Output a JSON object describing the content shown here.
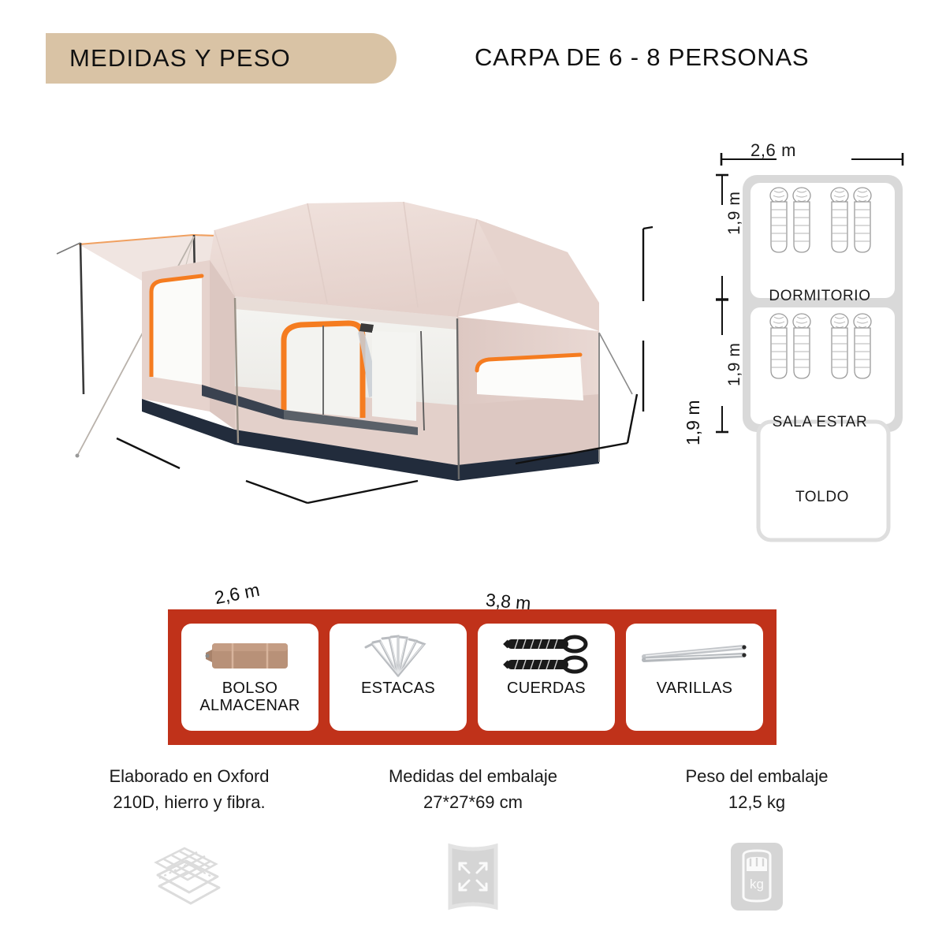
{
  "header": {
    "badge_label": "MEDIDAS Y PESO",
    "title": "CARPA DE 6 - 8 PERSONAS",
    "badge_color": "#d9c3a5"
  },
  "tent": {
    "dim_depth": "2,6 m",
    "dim_width": "3,8 m",
    "dim_height": "1,9 m",
    "body_color": "#ead8d2",
    "accent_color": "#f57c20",
    "base_color": "#222c3c"
  },
  "floor_plan": {
    "top_dimension": "2,6 m",
    "left_dimension_top": "1,9 m",
    "left_dimension_bottom": "1,9 m",
    "rooms": [
      {
        "label": "DORMITORIO",
        "sleepers": 4
      },
      {
        "label": "SALA ESTAR",
        "sleepers": 4
      },
      {
        "label": "TOLDO",
        "sleepers": 0
      }
    ]
  },
  "accessories": {
    "bar_color": "#c0321a",
    "items": [
      {
        "label": "BOLSO\nALMACENAR",
        "icon": "storage-bag-icon"
      },
      {
        "label": "ESTACAS",
        "icon": "stakes-icon"
      },
      {
        "label": "CUERDAS",
        "icon": "ropes-icon"
      },
      {
        "label": "VARILLAS",
        "icon": "poles-icon"
      }
    ]
  },
  "specs": [
    {
      "text": "Elaborado en Oxford\n210D, hierro y fibra.",
      "icon": "fabric-layers-icon"
    },
    {
      "text": "Medidas del embalaje\n27*27*69 cm",
      "icon": "package-dimensions-icon"
    },
    {
      "text": "Peso del embalaje\n12,5 kg",
      "icon": "weight-scale-icon"
    }
  ]
}
